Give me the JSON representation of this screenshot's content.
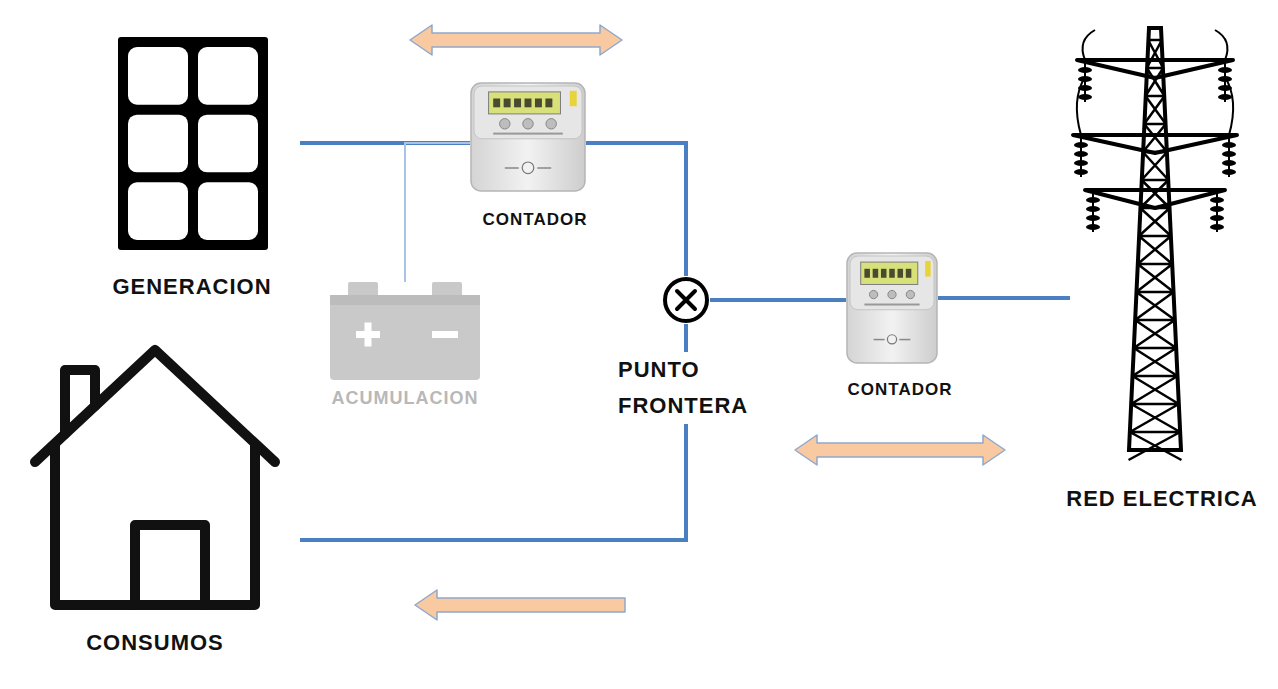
{
  "diagram": {
    "nodes": [
      {
        "text": [
          "GENERACION"
        ]
      },
      {
        "text": [
          "CONTADOR"
        ]
      },
      {
        "text": [
          "ACUMULACION"
        ]
      },
      {
        "text": [
          "PUNTO FRONTERA"
        ]
      },
      {
        "text": [
          "CONTADOR"
        ]
      },
      {
        "text": [
          "RED ELECTRICA"
        ]
      },
      {
        "text": [
          "CONSUMOS"
        ]
      }
    ],
    "edges": [
      {
        "from": 0,
        "to": 1,
        "arrow": "none"
      },
      {
        "from": 2,
        "to": 1,
        "arrow": "none"
      },
      {
        "from": 1,
        "to": 3,
        "arrow": "none"
      },
      {
        "from": 3,
        "to": 4,
        "arrow": "none"
      },
      {
        "from": 4,
        "to": 5,
        "arrow": "none"
      },
      {
        "from": 3,
        "to": 6,
        "arrow": "none"
      }
    ]
  }
}
